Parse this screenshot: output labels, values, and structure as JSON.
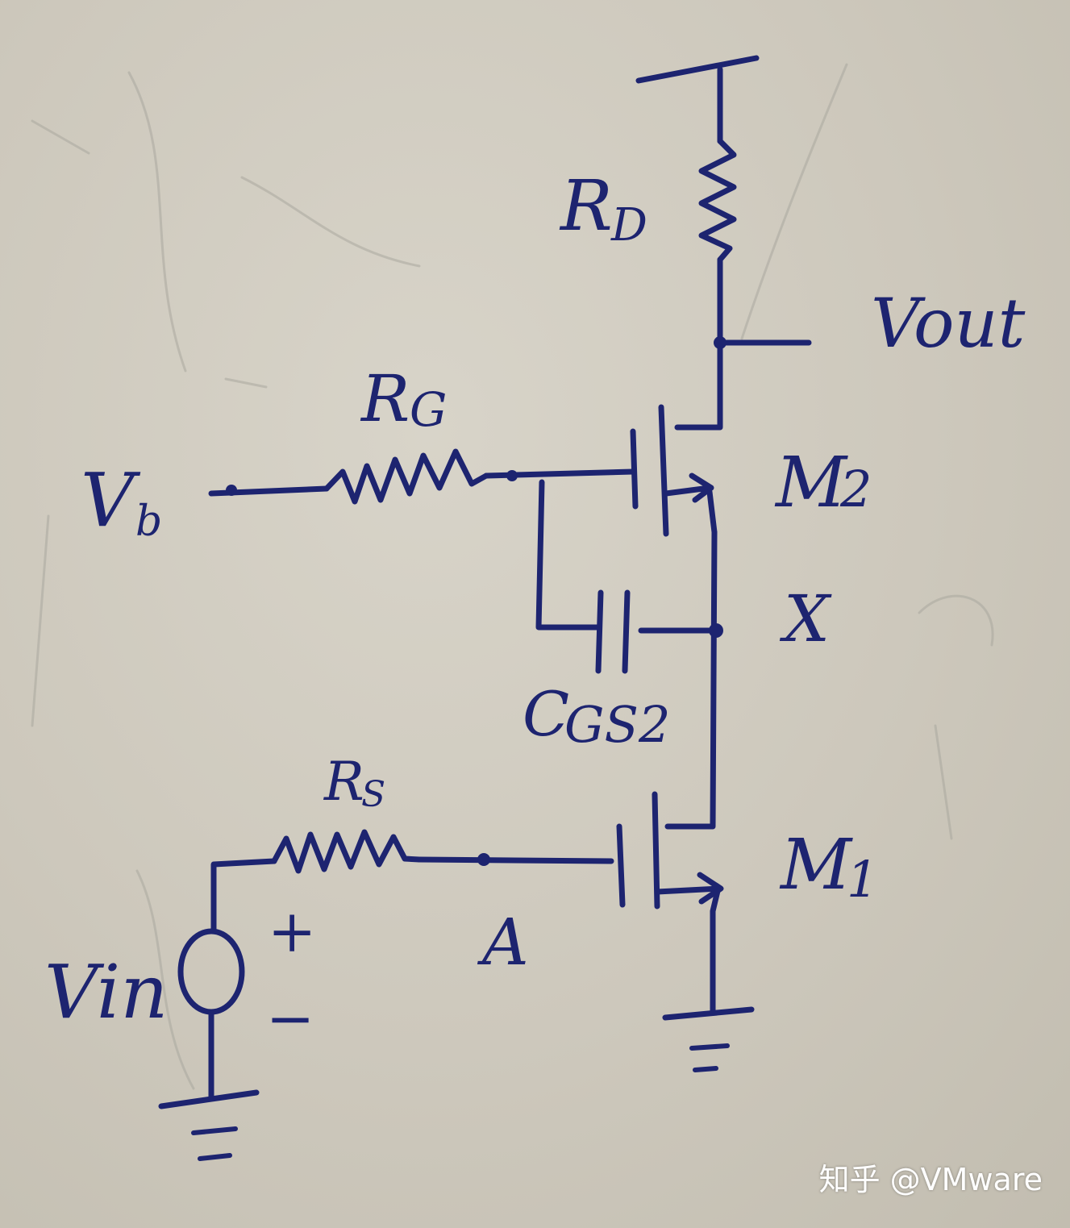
{
  "labels": {
    "rd": "R",
    "rd_sub": "D",
    "vout": "Vout",
    "rg": "R",
    "rg_sub": "G",
    "vb": "V",
    "vb_sub": "b",
    "m2": "M",
    "m2_sub": "2",
    "x": "X",
    "cgs": "C",
    "cgs_sub": "GS2",
    "rs": "R",
    "rs_sub": "S",
    "m1": "M",
    "m1_sub": "1",
    "a": "A",
    "plus": "+",
    "minus": "−",
    "vin": "Vin"
  },
  "watermark": "知乎 @VMware",
  "colors": {
    "ink": "#1d2470",
    "paper": "#cfcabe"
  }
}
